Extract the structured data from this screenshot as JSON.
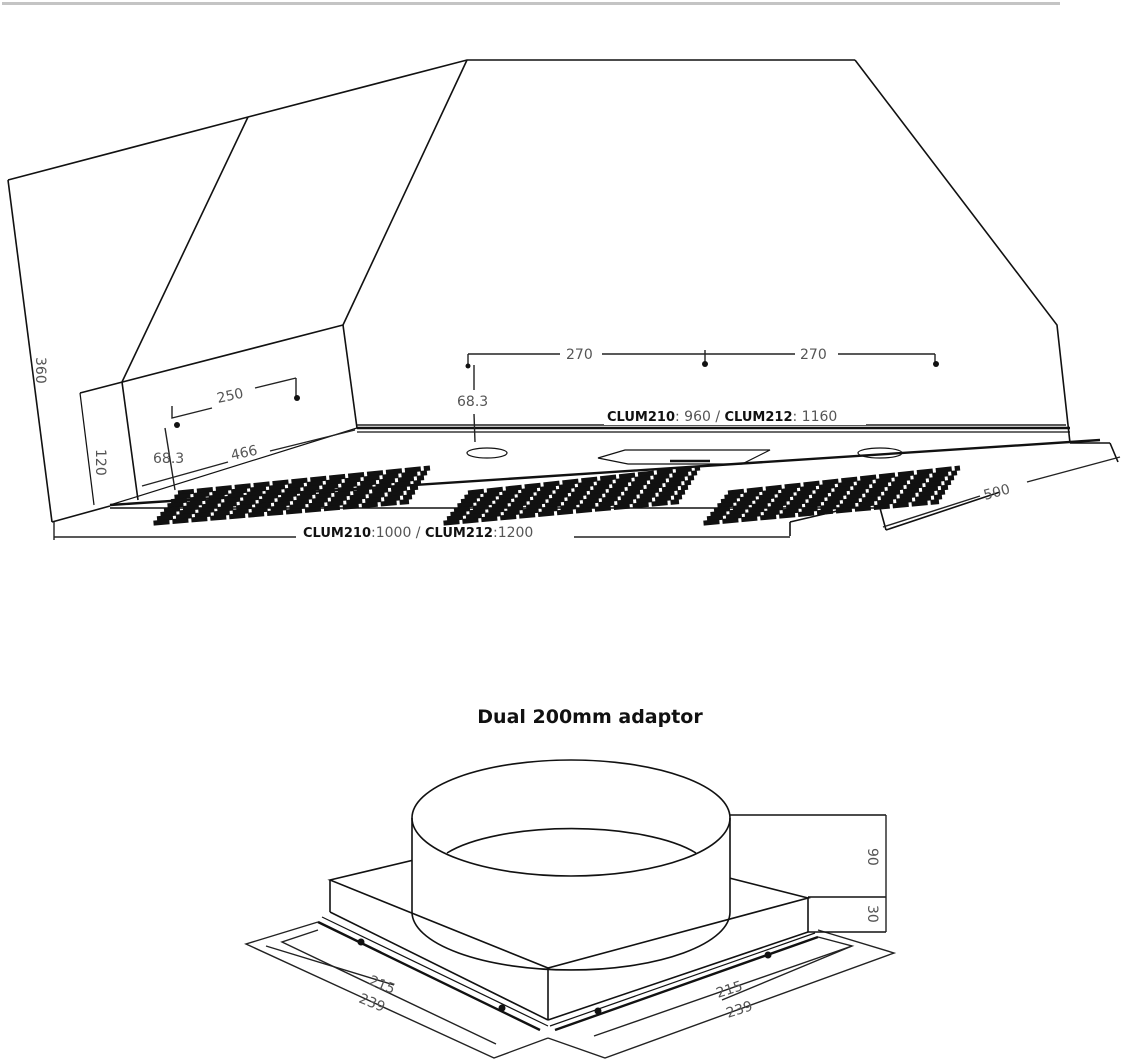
{
  "hood": {
    "dimensions": {
      "height_total": "360",
      "height_front": "120",
      "hole_offset_left": "68.3",
      "hole_spacing_left": "250",
      "side_depth": "466",
      "hole_offset_center": "68.3",
      "hole_spacing_1": "270",
      "hole_spacing_2": "270",
      "depth": "500"
    },
    "inner_width": {
      "model_a": "CLUM210",
      "value_a": ": 960",
      "separator": " / ",
      "model_b": "CLUM212",
      "value_b": ": 1160"
    },
    "outer_width": {
      "model_a": "CLUM210",
      "value_a": ":1000",
      "separator": " / ",
      "model_b": "CLUM212",
      "value_b": ":1200"
    }
  },
  "adaptor": {
    "title": "Dual 200mm adaptor",
    "dimensions": {
      "collar_height": "90",
      "base_height": "30",
      "left_inner": "215",
      "left_outer": "239",
      "right_inner": "215",
      "right_outer": "239"
    }
  }
}
